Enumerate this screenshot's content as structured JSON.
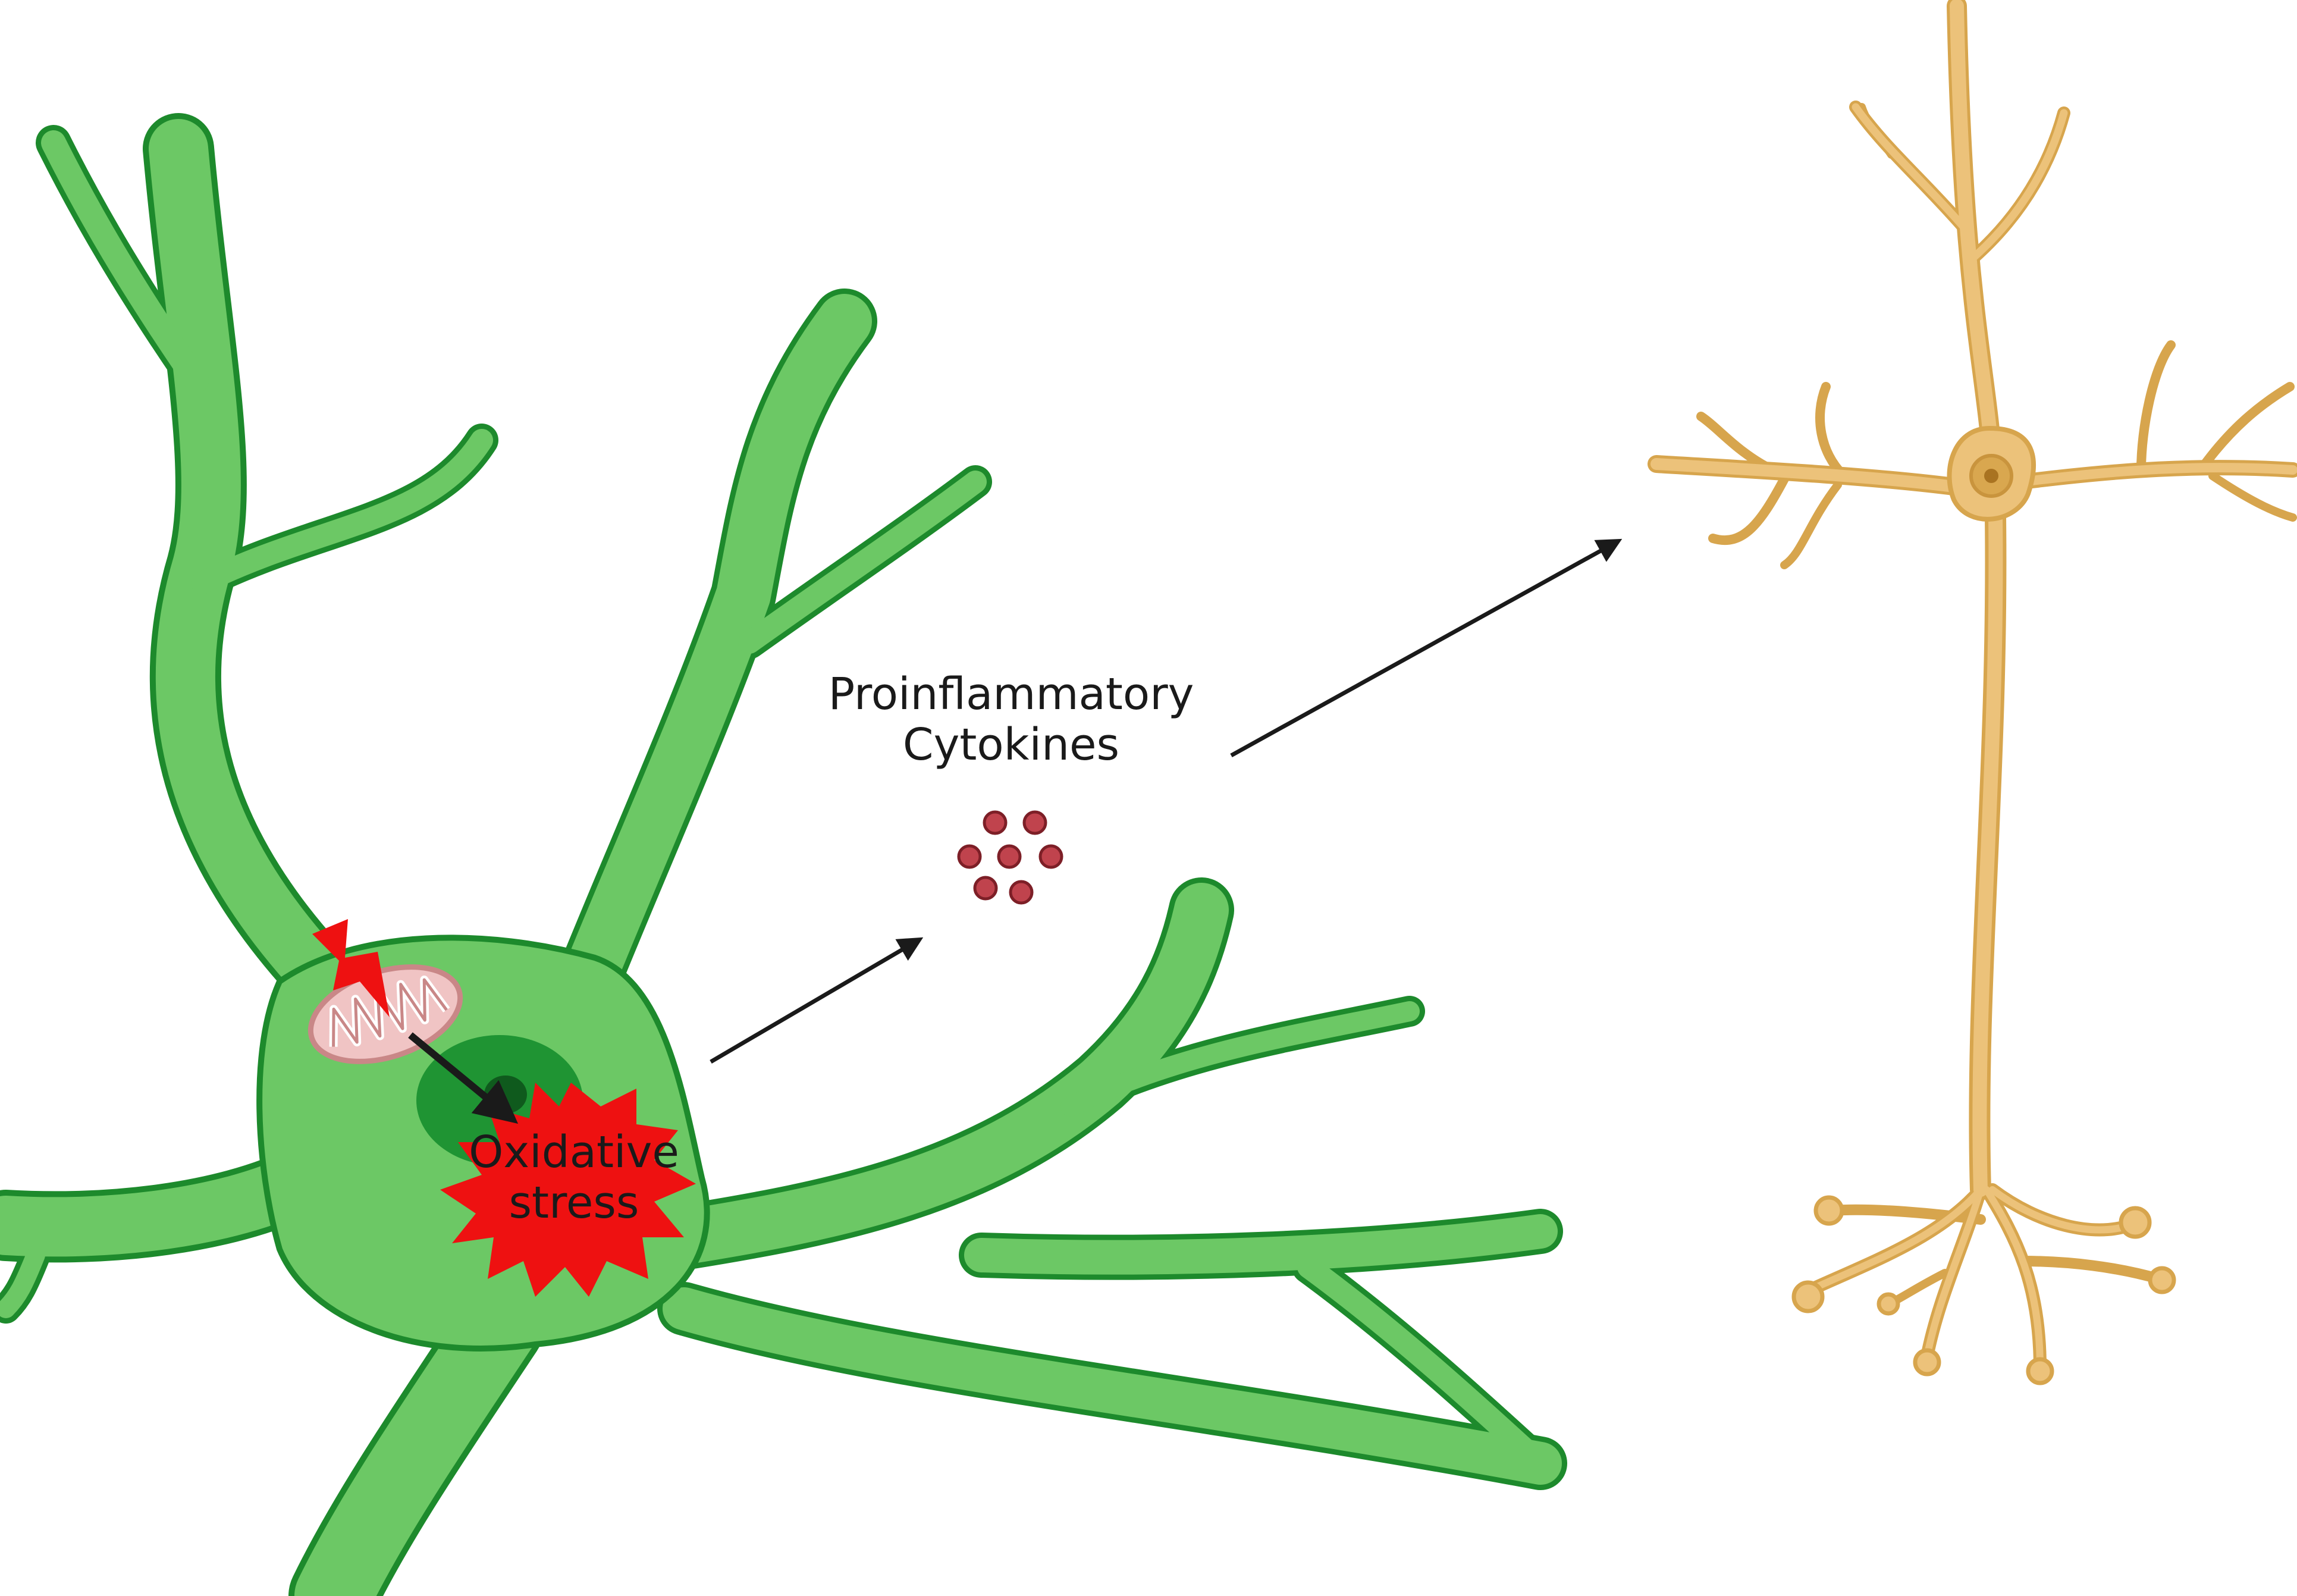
{
  "labels": {
    "cytokines": [
      "Proinflammatory",
      "Cytokines"
    ],
    "oxidative_stress": [
      "Oxidative",
      "stress"
    ]
  },
  "colors": {
    "glia_fill": "#6cc865",
    "glia_outline": "#1d8a2c",
    "nucleus": "#1f9433",
    "nucleolus": "#0f5a1d",
    "neuron_fill": "#ecc27a",
    "neuron_outline": "#d7a54d",
    "neuron_nucleus": "#c9943d",
    "stress_burst": "#ee1111",
    "cytokine_particle": "#c0434d",
    "mitochondrion": "#f0c4c4",
    "lightning": "#ee1111",
    "arrow": "#1a1a1a"
  },
  "icons": [
    "mitochondrion-icon",
    "lightning-bolt-icon",
    "cytokine-particle-icon",
    "starburst-icon"
  ]
}
